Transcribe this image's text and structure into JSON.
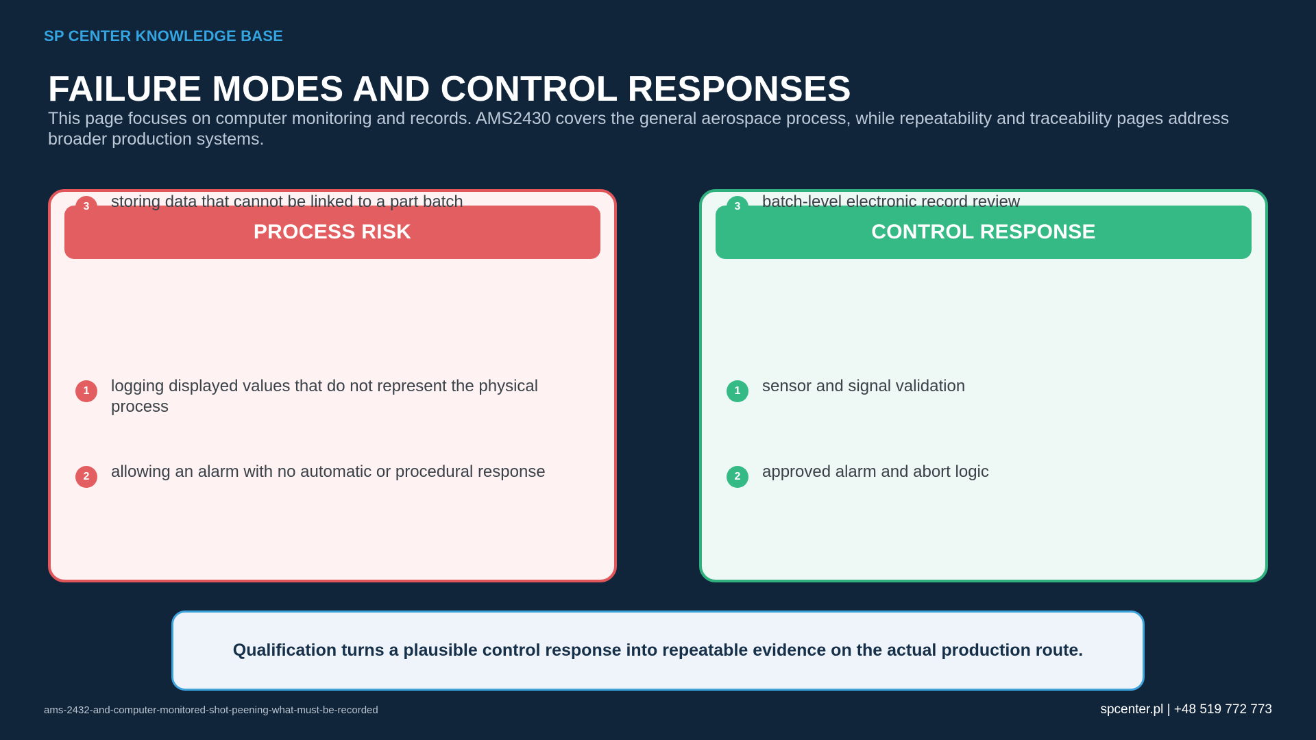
{
  "header": {
    "kicker": "SP CENTER KNOWLEDGE BASE",
    "title": "FAILURE MODES AND CONTROL RESPONSES",
    "subtitle": "This page focuses on computer monitoring and records. AMS2430 covers the general aerospace process, while repeatability and traceability pages address broader production systems."
  },
  "risk_panel": {
    "heading": "PROCESS RISK",
    "items": [
      {
        "number": "1",
        "text": "logging displayed values that do not represent the physical process"
      },
      {
        "number": "2",
        "text": "allowing an alarm with no automatic or procedural response"
      },
      {
        "number": "3",
        "text": "storing data that cannot be linked to a part batch"
      }
    ]
  },
  "control_panel": {
    "heading": "CONTROL RESPONSE",
    "items": [
      {
        "number": "1",
        "text": "sensor and signal validation"
      },
      {
        "number": "2",
        "text": "approved alarm and abort logic"
      },
      {
        "number": "3",
        "text": "batch-level electronic record review"
      }
    ]
  },
  "callout": {
    "text": "Qualification turns a plausible control response into repeatable evidence on the actual production route."
  },
  "footer": {
    "slug": "ams-2432-and-computer-monitored-shot-peening-what-must-be-recorded",
    "contact": "spcenter.pl  |  +48 519 772 773"
  },
  "colors": {
    "background": "#10243a",
    "accent_blue": "#35a5e2",
    "risk_red": "#e35e60",
    "control_green": "#35b985"
  }
}
